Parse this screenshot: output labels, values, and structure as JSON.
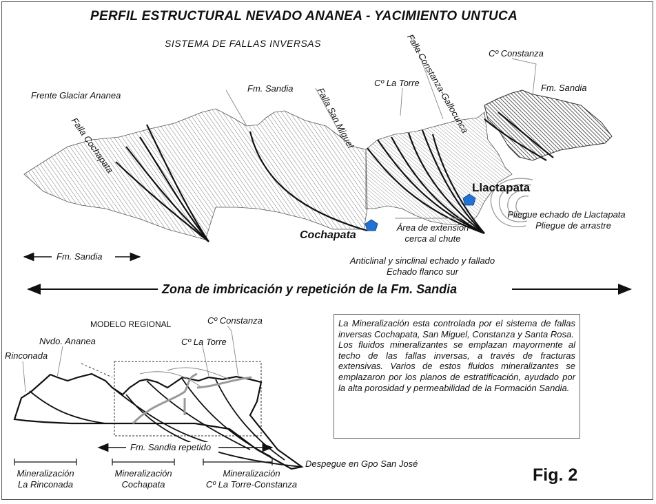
{
  "title": "PERFIL ESTRUCTURAL NEVADO ANANEA - YACIMIENTO UNTUCA",
  "labels": {
    "sistema_fallas": "SISTEMA DE FALLAS INVERSAS",
    "frente_glaciar": "Frente Glaciar Ananea",
    "falla_cochapata": "Falla Cochapata",
    "fm_sandia_top": "Fm. Sandia",
    "falla_san_miguel": "Falla San Miguel",
    "co_la_torre": "Cº La Torre",
    "falla_constanza": "Falla Constanza-Gallocunca",
    "co_constanza": "Cº Constanza",
    "fm_sandia_right": "Fm. Sandia",
    "llactapata": "Llactapata",
    "pliegue_echado": "Pliegue echado de Llactapata",
    "pliegue_arrastre": "Pliegue de arrastre",
    "cochapata": "Cochapata",
    "area_extension_1": "Área de extensión",
    "area_extension_2": "cerca al chute",
    "fm_sandia_left": "Fm. Sandia",
    "anticlinal_1": "Anticlinal y sinclinal echado y fallado",
    "anticlinal_2": "Echado flanco sur",
    "zona": "Zona de imbricación y repetición de la Fm. Sandia"
  },
  "regional": {
    "modelo": "MODELO REGIONAL",
    "co_constanza": "Cº Constanza",
    "co_la_torre": "Cº La Torre",
    "nvdo_ananea": "Nvdo. Ananea",
    "rinconada": "Rinconada",
    "fm_sandia_repetido": "Fm. Sandia repetido",
    "despegue": "Despegue en Gpo San José",
    "min1_a": "Mineralización",
    "min1_b": "La Rinconada",
    "min2_a": "Mineralización",
    "min2_b": "Cochapata",
    "min3_a": "Mineralización",
    "min3_b": "Cº La Torre-Constanza"
  },
  "info": {
    "p1": "La Mineralización esta controlada por el sistema de fallas inversas Cochapata, San Miguel, Constanza y Santa Rosa.",
    "p2": "Los fluidos mineralizantes se emplazan mayormente al techo de las fallas inversas, a través de fracturas extensivas. Varios de estos fluidos mineralizantes se emplazaron por los planos de estratificación, ayudado por la alta porosidad y permeabilidad de la Formación Sandia."
  },
  "fig_label": "Fig. 2",
  "colors": {
    "line": "#111111",
    "hatch": "#777777",
    "marker": "#1e73d8",
    "fold": "#9a9a9a"
  },
  "icons": [
    "pentagon-marker-icon",
    "pentagon-marker-icon"
  ]
}
